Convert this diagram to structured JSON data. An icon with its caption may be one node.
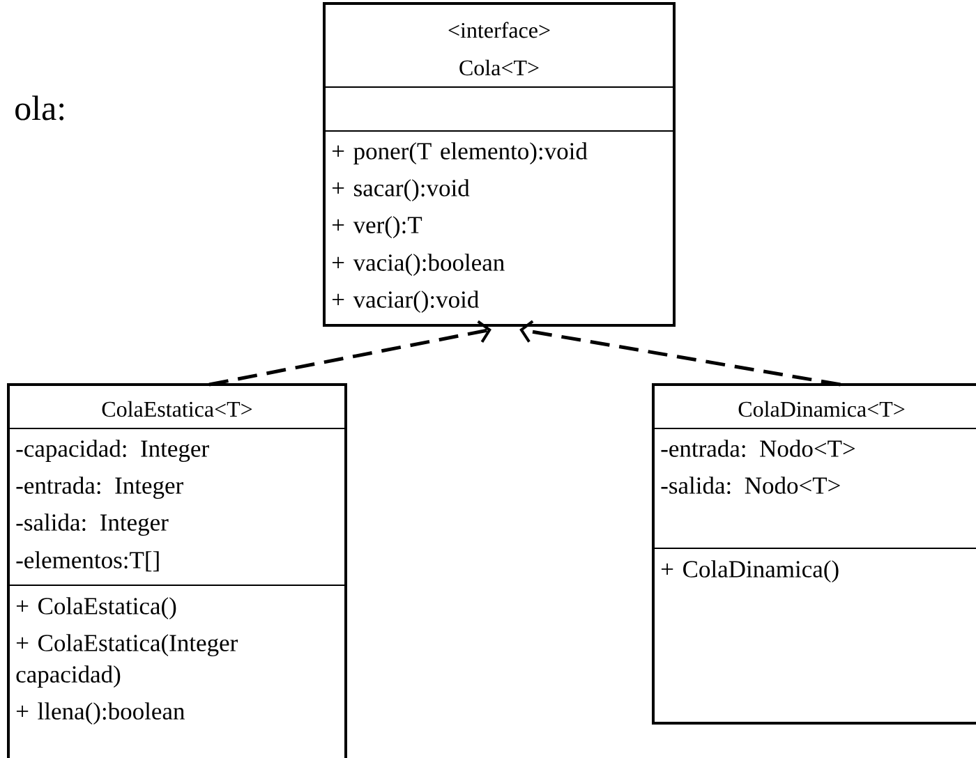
{
  "diagram": {
    "nodes": [
      {
        "text": [
          "<interface>",
          "Cola<T>",
          "+ poner(T elemento):void",
          "+ sacar():void",
          "+ ver():T",
          "+ vacia():boolean",
          "+ vaciar():void"
        ]
      },
      {
        "text": [
          "ColaEstatica<T>",
          "-capacidad: Integer",
          "-entrada: Integer",
          "-salida: Integer",
          "-elementos:T[]",
          "+ ColaEstatica()",
          "+ ColaEstatica(Integer capacidad)",
          "+ llena():boolean"
        ]
      },
      {
        "text": [
          "ColaDinamica<T>",
          "-entrada: Nodo<T>",
          "-salida: Nodo<T>",
          "+ ColaDinamica()"
        ]
      }
    ],
    "edges": [
      {
        "from": 1,
        "to": 0,
        "arrow": "to",
        "style": "dashed"
      },
      {
        "from": 2,
        "to": 0,
        "arrow": "to",
        "style": "dashed"
      }
    ],
    "labels": [
      "ola:"
    ]
  }
}
